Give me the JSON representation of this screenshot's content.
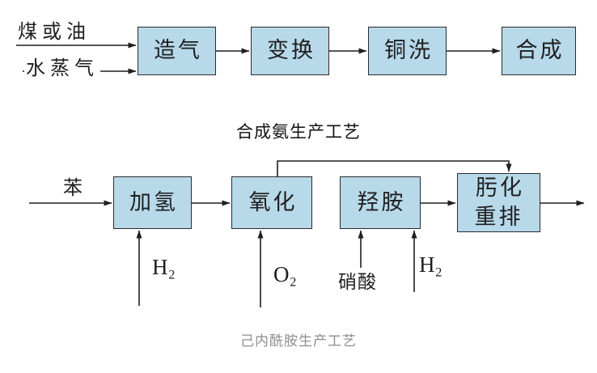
{
  "colors": {
    "box_fill": "#b7d9ea",
    "box_border": "#2b2b2b",
    "line": "#1f1f1f",
    "caption_text": "#8e8e8e"
  },
  "top_chart": {
    "title": "合成氨生产工艺",
    "inputs": [
      {
        "label": "煤或油"
      },
      {
        "label": "水蒸气"
      }
    ],
    "boxes": [
      {
        "label": "造气"
      },
      {
        "label": "变换"
      },
      {
        "label": "铜洗"
      },
      {
        "label": "合成"
      }
    ]
  },
  "bottom_chart": {
    "caption": "己内酰胺生产工艺",
    "feed": {
      "label": "苯"
    },
    "boxes": [
      {
        "label": "加氢"
      },
      {
        "label": "氧化"
      },
      {
        "label": "羟胺"
      },
      {
        "label": "肟化\n重排"
      }
    ],
    "bottom_inputs": [
      {
        "label": "H₂"
      },
      {
        "label": "O₂"
      },
      {
        "label": "硝酸"
      },
      {
        "label": "H₂"
      }
    ]
  }
}
